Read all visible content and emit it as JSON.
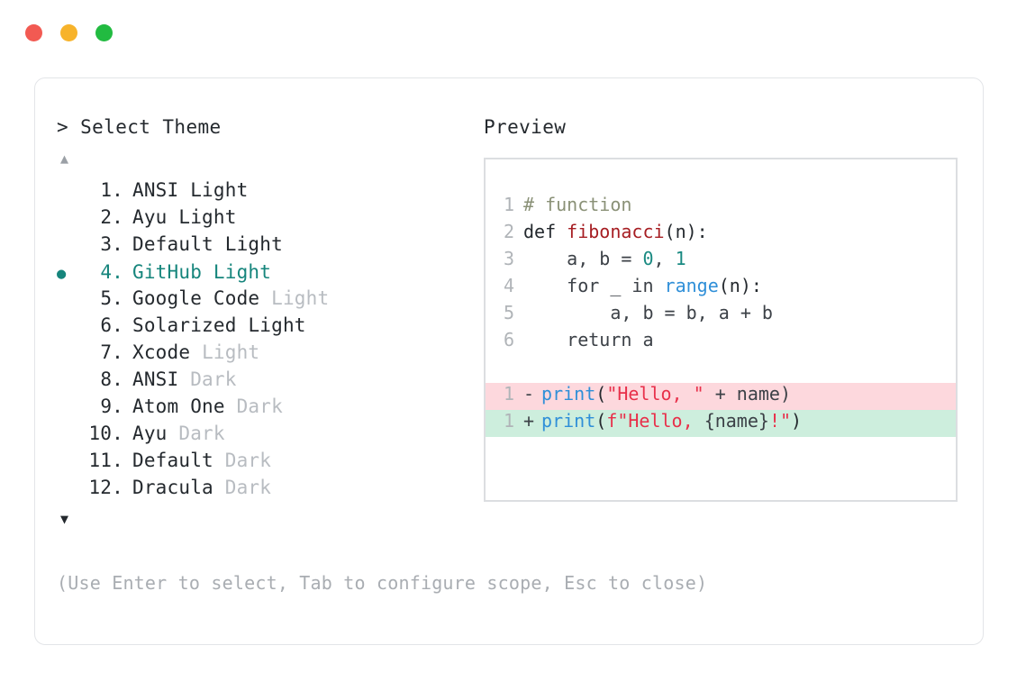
{
  "window": {
    "traffic_lights": [
      {
        "name": "close",
        "color": "#f25a52"
      },
      {
        "name": "minimize",
        "color": "#f7b32b"
      },
      {
        "name": "maximize",
        "color": "#22bb41"
      }
    ]
  },
  "selector": {
    "prompt": "> Select Theme",
    "scroll_up_glyph": "▲",
    "scroll_down_glyph": "▼",
    "selected_bullet": "●",
    "selected_index": 4,
    "accent_color": "#16857c",
    "items": [
      {
        "index": "1.",
        "name": "ANSI",
        "variant": "Light",
        "variant_dim": false,
        "selected": false
      },
      {
        "index": "2.",
        "name": "Ayu",
        "variant": "Light",
        "variant_dim": false,
        "selected": false
      },
      {
        "index": "3.",
        "name": "Default",
        "variant": "Light",
        "variant_dim": false,
        "selected": false
      },
      {
        "index": "4.",
        "name": "GitHub",
        "variant": "Light",
        "variant_dim": false,
        "selected": true
      },
      {
        "index": "5.",
        "name": "Google Code",
        "variant": "Light",
        "variant_dim": true,
        "selected": false
      },
      {
        "index": "6.",
        "name": "Solarized",
        "variant": "Light",
        "variant_dim": false,
        "selected": false
      },
      {
        "index": "7.",
        "name": "Xcode",
        "variant": "Light",
        "variant_dim": true,
        "selected": false
      },
      {
        "index": "8.",
        "name": "ANSI",
        "variant": "Dark",
        "variant_dim": true,
        "selected": false
      },
      {
        "index": "9.",
        "name": "Atom One",
        "variant": "Dark",
        "variant_dim": true,
        "selected": false
      },
      {
        "index": "10.",
        "name": "Ayu",
        "variant": "Dark",
        "variant_dim": true,
        "selected": false
      },
      {
        "index": "11.",
        "name": "Default",
        "variant": "Dark",
        "variant_dim": true,
        "selected": false
      },
      {
        "index": "12.",
        "name": "Dracula",
        "variant": "Dark",
        "variant_dim": true,
        "selected": false
      }
    ],
    "hint": "(Use Enter to select, Tab to configure scope, Esc to close)"
  },
  "preview": {
    "title": "Preview",
    "code_lines": [
      {
        "lineno": "1",
        "tokens": [
          {
            "text": "# function",
            "type": "comment"
          }
        ]
      },
      {
        "lineno": "2",
        "tokens": [
          {
            "text": "def ",
            "type": "kw"
          },
          {
            "text": "fibonacci",
            "type": "fn"
          },
          {
            "text": "(n):",
            "type": "punct"
          }
        ]
      },
      {
        "lineno": "3",
        "tokens": [
          {
            "text": "    a, b = ",
            "type": "plain"
          },
          {
            "text": "0",
            "type": "num"
          },
          {
            "text": ", ",
            "type": "plain"
          },
          {
            "text": "1",
            "type": "num"
          }
        ]
      },
      {
        "lineno": "4",
        "tokens": [
          {
            "text": "    for _ in ",
            "type": "plain"
          },
          {
            "text": "range",
            "type": "builtin"
          },
          {
            "text": "(n):",
            "type": "punct"
          }
        ]
      },
      {
        "lineno": "5",
        "tokens": [
          {
            "text": "        a, b = b, a + b",
            "type": "plain"
          }
        ]
      },
      {
        "lineno": "6",
        "tokens": [
          {
            "text": "    return a",
            "type": "plain"
          }
        ]
      }
    ],
    "diff_lines": [
      {
        "lineno": "1",
        "sign": "-",
        "kind": "removed",
        "bg": "#fdd8dd",
        "tokens": [
          {
            "text": "print",
            "type": "builtin"
          },
          {
            "text": "(",
            "type": "punct"
          },
          {
            "text": "\"Hello, \"",
            "type": "str"
          },
          {
            "text": " + name)",
            "type": "plain"
          }
        ]
      },
      {
        "lineno": "1",
        "sign": "+",
        "kind": "added",
        "bg": "#cdeedd",
        "tokens": [
          {
            "text": "print",
            "type": "builtin"
          },
          {
            "text": "(",
            "type": "punct"
          },
          {
            "text": "f\"Hello, ",
            "type": "str"
          },
          {
            "text": "{name}",
            "type": "plain"
          },
          {
            "text": "!\"",
            "type": "str"
          },
          {
            "text": ")",
            "type": "punct"
          }
        ]
      }
    ]
  }
}
